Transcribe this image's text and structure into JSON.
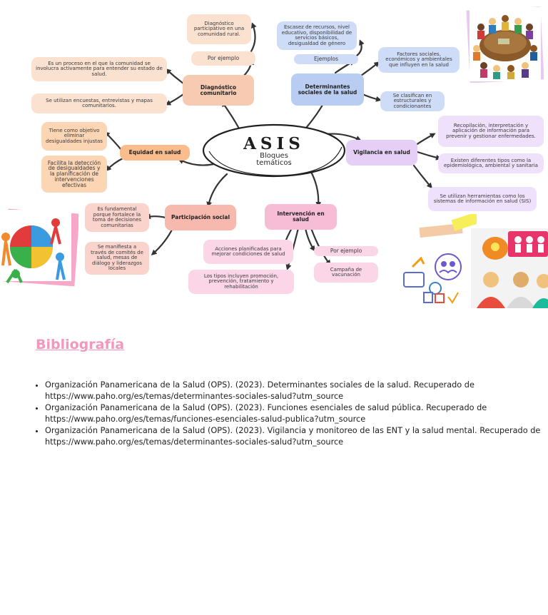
{
  "mindmap": {
    "center_title": "ASIS",
    "center_subtitle_line1": "Bloques",
    "center_subtitle_line2": "temáticos",
    "diagnostico": {
      "label": "Diagnóstico comunitario",
      "detail_1": "Es un proceso en el que la comunidad se involucra activamente para entender su estado de salud.",
      "detail_2": "Se utilizan encuestas, entrevistas y mapas comunitarios.",
      "example_label": "Por ejemplo",
      "example_text": "Diagnóstico participativo en una comunidad rural."
    },
    "determinantes": {
      "label": "Determinantes sociales de la salud",
      "examples_label": "Ejemplos",
      "examples_text": "Escasez de recursos, nivel educativo, disponibilidad de servicios básicos, desigualdad de género",
      "detail_1": "Factores sociales, económicos y ambientales que influyen en la salud",
      "detail_2": "Se clasifican en estructurales y condicionantes"
    },
    "vigilancia": {
      "label": "Vigilancia en salud",
      "detail_1": "Recopilación, interpretación y aplicación de información para prevenir y gestionar enfermedades.",
      "detail_2": "Existen diferentes tipos como la epidemiológica, ambiental y sanitaria",
      "detail_3": "Se utilizan herramientas como los sistemas de información en salud (SIS)"
    },
    "equidad": {
      "label": "Equidad en salud",
      "detail_1": "Tiene como objetivo eliminar desigualdades injustas",
      "detail_2": "Facilita la detección de desigualdades y la planificación de intervenciones efectivas"
    },
    "participacion": {
      "label": "Participación social",
      "detail_1": "Es fundamental porque fortalece la toma de decisiones comunitarias",
      "detail_2": "Se manifiesta a través de comités de salud, mesas de diálogo y liderazgos locales"
    },
    "intervencion": {
      "label": "Intervención en salud",
      "detail_1": "Acciones planificadas para mejorar condiciones de salud",
      "detail_2": "Los tipos incluyen promoción, prevención, tratamiento y rehabilitación",
      "example_label": "Por ejemplo",
      "example_text": "Campaña de vacunación"
    }
  },
  "bibliography": {
    "title": "Bibliografía",
    "items": [
      "Organización Panamericana de la Salud (OPS). (2023). Determinantes sociales de la salud. Recuperado de https://www.paho.org/es/temas/determinantes-sociales-salud?utm_source",
      "Organización Panamericana de la Salud (OPS). (2023). Funciones esenciales de salud pública. Recuperado de https://www.paho.org/es/temas/funciones-esenciales-salud-publica?utm_source",
      "Organización Panamericana de la Salud (OPS). (2023). Vigilancia y monitoreo de las ENT y la salud mental. Recuperado de https://www.paho.org/es/temas/determinantes-sociales-salud?utm_source"
    ]
  },
  "images": {
    "top_right": "community-meeting-illustration",
    "left": "puzzle-people-illustration",
    "bottom_right_1": "teamwork-icons-illustration",
    "bottom_right_2": "people-discussion-illustration"
  },
  "colors": {
    "bibliography_title": "#f497bd",
    "peach": "#fbe1cf",
    "blue": "#cfdcf7",
    "lavender": "#efe0fb",
    "orange": "#fcd5b4",
    "salmon": "#fbd3cd",
    "pink": "#fbd6e6"
  }
}
